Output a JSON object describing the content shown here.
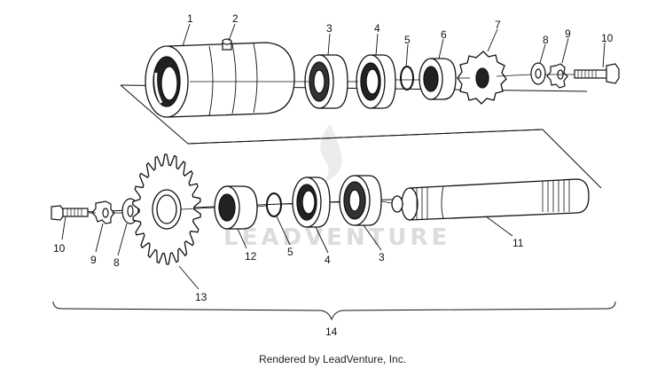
{
  "diagram": {
    "part_numbers": {
      "n1": "1",
      "n2": "2",
      "n3": "3",
      "n4": "4",
      "n5": "5",
      "n6": "6",
      "n7": "7",
      "n8": "8",
      "n9": "9",
      "n10": "10",
      "n10b": "10",
      "n9b": "9",
      "n8b": "8",
      "n12": "12",
      "n5b": "5",
      "n4b": "4",
      "n3b": "3",
      "n11": "11",
      "n13": "13",
      "n14": "14"
    },
    "watermark": "LEADVENTURE"
  },
  "footer": {
    "caption": "Rendered by LeadVenture, Inc."
  }
}
